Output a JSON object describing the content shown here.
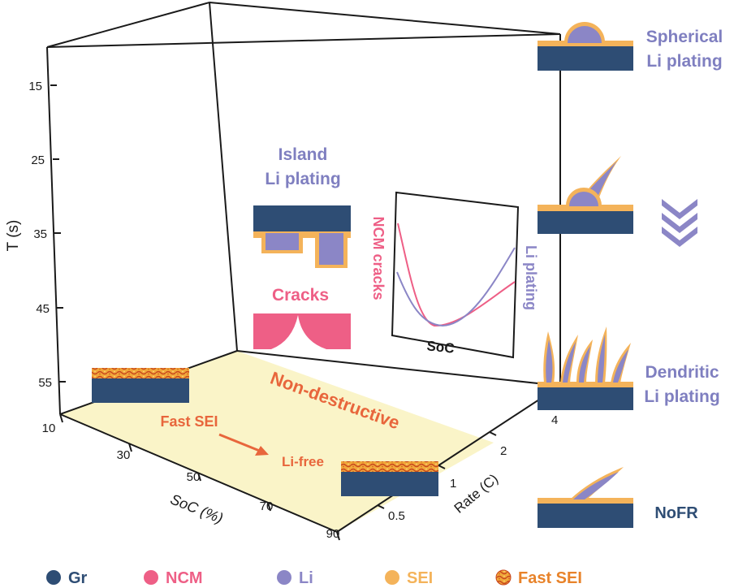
{
  "axes": {
    "y_label": "T (s)",
    "y_ticks": [
      "15",
      "25",
      "35",
      "45",
      "55"
    ],
    "x_label": "SoC (%)",
    "x_ticks": [
      "10",
      "30",
      "50",
      "70",
      "90"
    ],
    "z_label": "Rate (C)",
    "z_ticks": [
      "4",
      "2",
      "1",
      "0.5"
    ]
  },
  "labels": {
    "island": [
      "Island",
      "Li plating"
    ],
    "cracks": "Cracks",
    "non_destructive": "Non-destructive",
    "fast_sei": "Fast SEI",
    "li_free": "Li-free",
    "spherical": [
      "Spherical",
      "Li plating"
    ],
    "dendritic": [
      "Dendritic",
      "Li plating"
    ],
    "nofr": "NoFR"
  },
  "inset": {
    "left_label": "NCM cracks",
    "right_label": "Li plating",
    "x_label": "SoC"
  },
  "legend": [
    {
      "label": "Gr",
      "color": "#2e4d74"
    },
    {
      "label": "NCM",
      "color": "#ee5f86"
    },
    {
      "label": "Li",
      "color": "#8b86c6"
    },
    {
      "label": "SEI",
      "color": "#f4b35a"
    },
    {
      "label": "Fast SEI",
      "color": "#e8832a"
    }
  ],
  "colors": {
    "gr": "#2e4d74",
    "ncm": "#ee5f86",
    "li": "#8b86c6",
    "sei": "#f4b35a",
    "fast_sei": "#e8832a",
    "floor": "#faf4c8"
  }
}
